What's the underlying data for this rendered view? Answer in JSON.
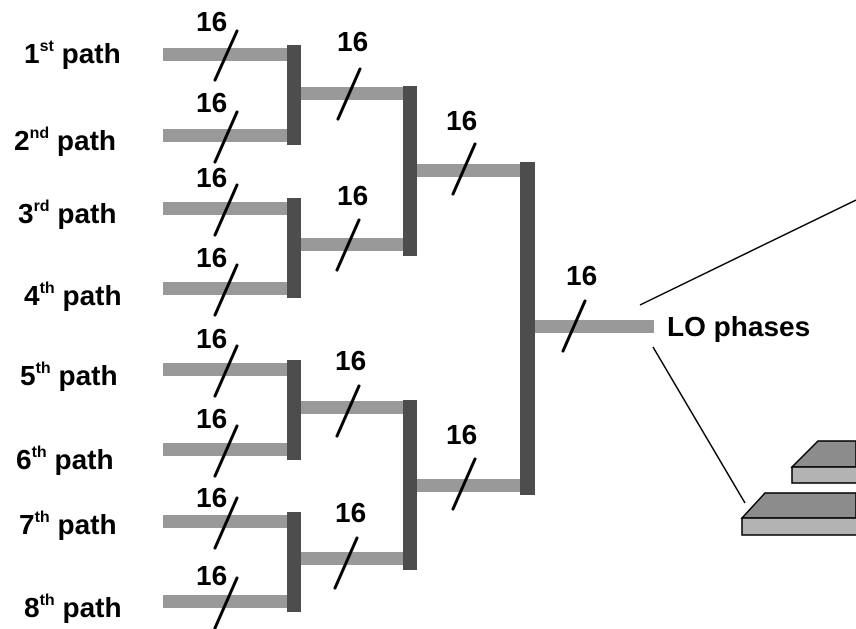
{
  "paths": [
    {
      "num": "1",
      "sup": "st",
      "word": "path"
    },
    {
      "num": "2",
      "sup": "nd",
      "word": "path"
    },
    {
      "num": "3",
      "sup": "rd",
      "word": "path"
    },
    {
      "num": "4",
      "sup": "th",
      "word": "path"
    },
    {
      "num": "5",
      "sup": "th",
      "word": "path"
    },
    {
      "num": "6",
      "sup": "th",
      "word": "path"
    },
    {
      "num": "7",
      "sup": "th",
      "word": "path"
    },
    {
      "num": "8",
      "sup": "th",
      "word": "path"
    }
  ],
  "bus_width": "16",
  "output_label": "LO phases",
  "colors": {
    "wire": "#999999",
    "combiner": "#4d4d4d",
    "block_fill": "#8c8c8c",
    "block_edge": "#000000",
    "text": "#000000"
  }
}
